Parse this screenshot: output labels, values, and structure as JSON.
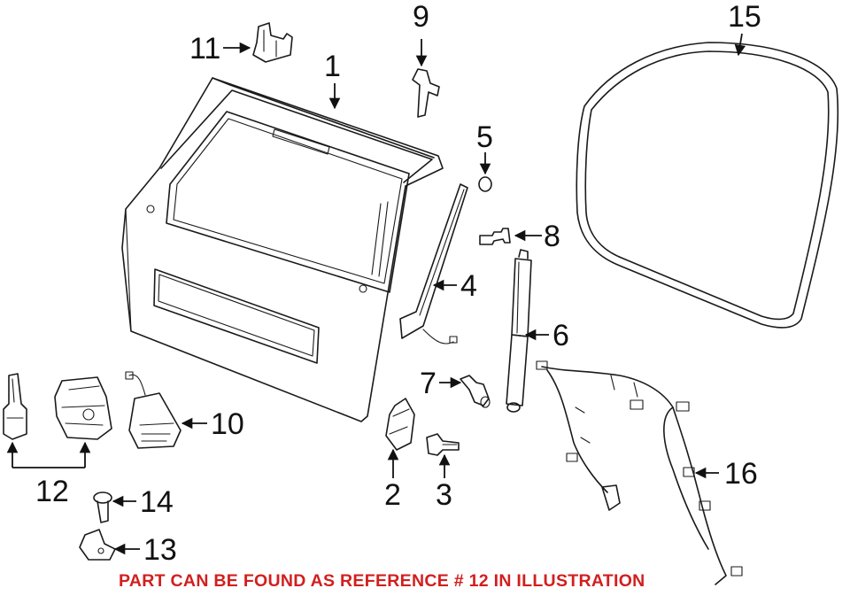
{
  "callouts": {
    "c1": "1",
    "c2": "2",
    "c3": "3",
    "c4": "4",
    "c5": "5",
    "c6": "6",
    "c7": "7",
    "c8": "8",
    "c9": "9",
    "c10": "10",
    "c11": "11",
    "c12": "12",
    "c13": "13",
    "c14": "14",
    "c15": "15",
    "c16": "16"
  },
  "note": "PART CAN BE FOUND AS REFERENCE # 12 IN ILLUSTRATION",
  "colors": {
    "note": "#d21f1f",
    "lines": "#1a1a1a",
    "background": "#ffffff"
  }
}
